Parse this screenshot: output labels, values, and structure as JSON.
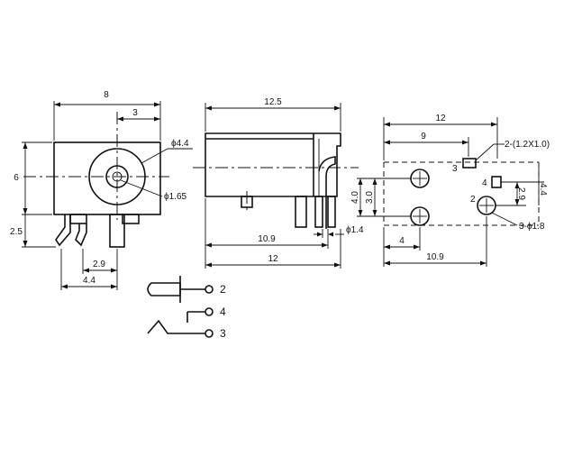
{
  "front_view": {
    "width": "8",
    "offset": "3",
    "height": "6",
    "pin_height": "2.5",
    "pin_spacing_a": "2.9",
    "pin_spacing_b": "4.4",
    "outer_diameter": "ϕ4.4",
    "pin_diameter": "ϕ1.65"
  },
  "side_view": {
    "length_top": "12.5",
    "length_mid": "10.9",
    "length_bottom": "12",
    "pin_width": "ϕ1.4"
  },
  "footprint": {
    "width_top": "12",
    "width_second": "9",
    "slot_note": "2-(1.2X1.0)",
    "hole_note": "3-ϕ1.8",
    "height_3_0": "3.0",
    "height_4_0": "4.0",
    "height_2_9": "2.9",
    "height_4_4": "4.4",
    "offset_bottom": "4",
    "width_bottom": "10.9",
    "pin3": "3",
    "pin4": "4",
    "pin2": "2"
  },
  "schematic": {
    "pin2": "2",
    "pin4": "4",
    "pin3": "3"
  }
}
